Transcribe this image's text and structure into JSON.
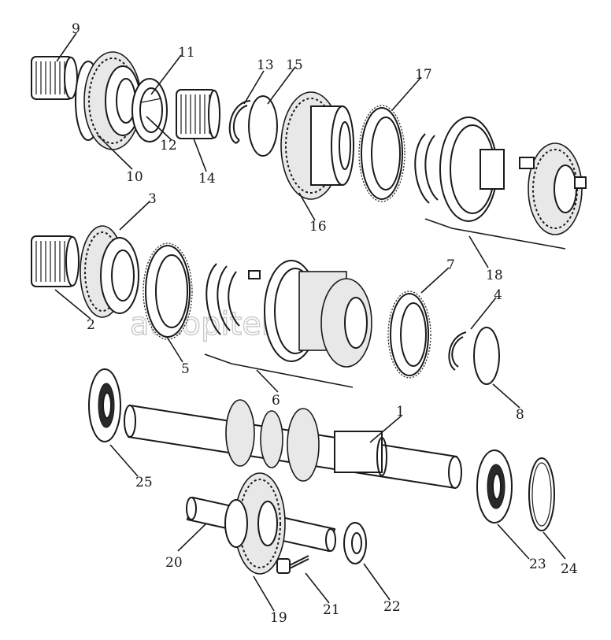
{
  "diagram": {
    "watermark": "autopiter.ru",
    "labels": [
      "1",
      "2",
      "3",
      "4",
      "5",
      "6",
      "7",
      "8",
      "9",
      "10",
      "11",
      "12",
      "13",
      "14",
      "15",
      "16",
      "17",
      "18",
      "19",
      "20",
      "21",
      "22",
      "23",
      "24",
      "25"
    ]
  },
  "colors": {
    "ink": "#1a1a1a",
    "paper": "#ffffff",
    "watermark": "#c9c9c9"
  }
}
